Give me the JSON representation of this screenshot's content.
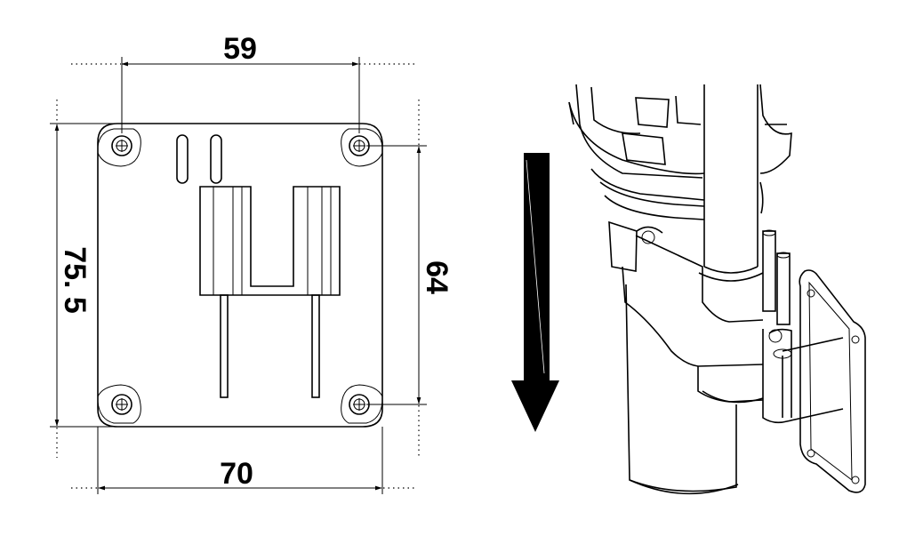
{
  "figure": {
    "dimensions": {
      "top_width": "59",
      "bottom_width": "70",
      "left_height": "75. 5",
      "right_height": "64"
    },
    "colors": {
      "line": "#000000",
      "background": "#ffffff",
      "arrow": "#000000"
    },
    "icons": [
      "mounting-plate-drawing",
      "down-arrow-icon",
      "bracket-assembly-drawing"
    ]
  }
}
